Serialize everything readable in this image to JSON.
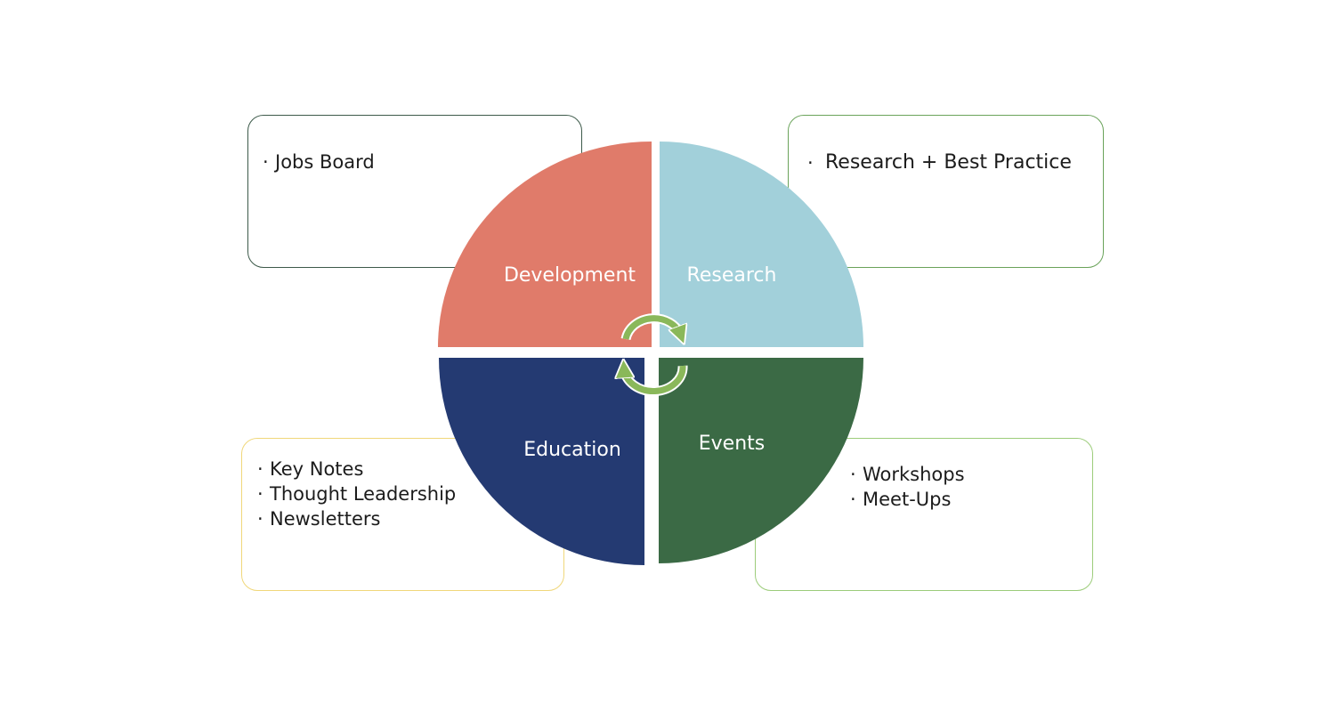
{
  "quadrants": {
    "development": {
      "label": "Development",
      "color": "#e07b6a"
    },
    "research": {
      "label": "Research",
      "color": "#a2d0da"
    },
    "education": {
      "label": "Education",
      "color": "#243a72"
    },
    "events": {
      "label": "Events",
      "color": "#3b6a45"
    }
  },
  "boxes": {
    "development": {
      "items": [
        "Jobs Board"
      ]
    },
    "research": {
      "items": [
        "Research + Best Practice"
      ]
    },
    "education": {
      "items": [
        "Key Notes",
        "Thought Leadership",
        "Newsletters"
      ]
    },
    "events": {
      "items": [
        "Workshops",
        "Meet-Ups"
      ]
    }
  },
  "arrows": {
    "color": "#8ab85a"
  }
}
